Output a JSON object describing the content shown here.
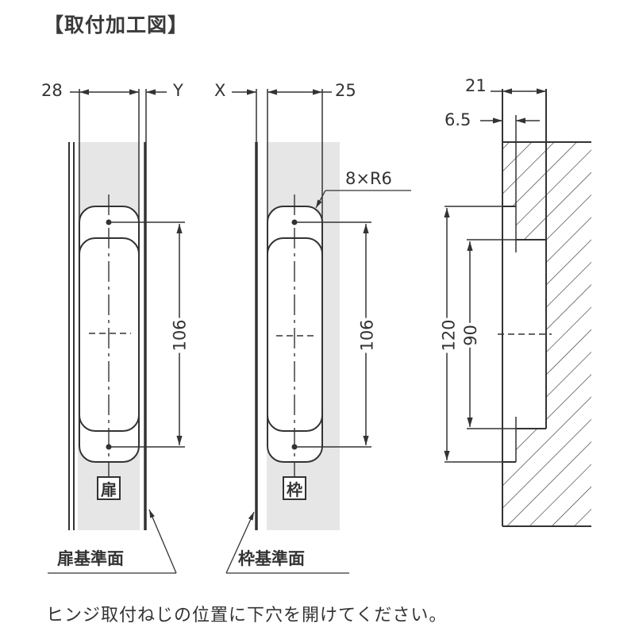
{
  "title": "【取付加工図】",
  "door_view": {
    "dim_left": "28",
    "dim_right": "Y",
    "dim_vertical": "106",
    "box_label": "扉",
    "reference_label": "扉基準面"
  },
  "frame_view": {
    "dim_left": "X",
    "dim_right": "25",
    "radius_note": "8×R6",
    "dim_vertical": "106",
    "box_label": "枠",
    "reference_label": "枠基準面"
  },
  "section_view": {
    "dim_width": "21",
    "dim_step": "6.5",
    "dim_outer_height": "120",
    "dim_inner_height": "90"
  },
  "note": "ヒンジ取付ねじの位置に下穴を開けてください。",
  "colors": {
    "line": "#333333",
    "shade": "#e6e6e6",
    "background": "#ffffff"
  }
}
